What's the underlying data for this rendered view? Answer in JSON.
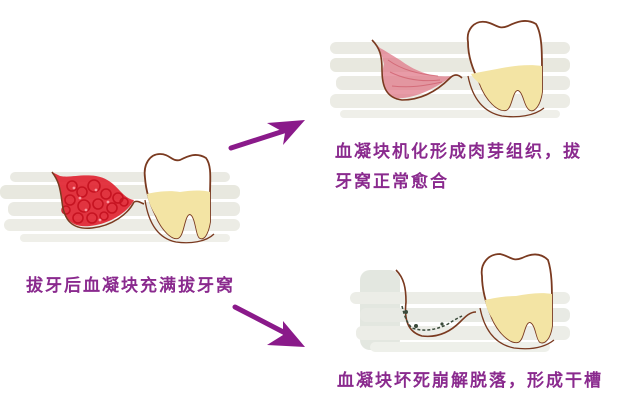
{
  "illustration": {
    "subject": "tooth extraction socket healing paths",
    "colors": {
      "caption_text": "#8a2a8e",
      "arrow": "#8a1a8a",
      "tooth_outline": "#7a3a20",
      "tooth_crown": "#ffffff",
      "tooth_root_fill": "#f3e4a4",
      "gum_background": "#e7e7df",
      "blood_clot": "#e0202e",
      "granulation_tissue": "#e07a8a",
      "dry_socket_debris": "#3a4a3a"
    },
    "panels": [
      {
        "id": "start",
        "icon": "blood-clot-socket-icon",
        "caption": "拔牙后血凝块充满拔牙窝"
      },
      {
        "id": "normal-healing",
        "icon": "granulation-tissue-socket-icon",
        "caption_line1": "血凝块机化形成肉芽组织，拔",
        "caption_line2": "牙窝正常愈合"
      },
      {
        "id": "dry-socket",
        "icon": "dry-socket-icon",
        "caption": "血凝块坏死崩解脱落，形成干槽"
      }
    ],
    "arrows": [
      {
        "id": "arrow-up",
        "icon": "arrow-up-right-icon"
      },
      {
        "id": "arrow-down",
        "icon": "arrow-down-right-icon"
      }
    ]
  }
}
